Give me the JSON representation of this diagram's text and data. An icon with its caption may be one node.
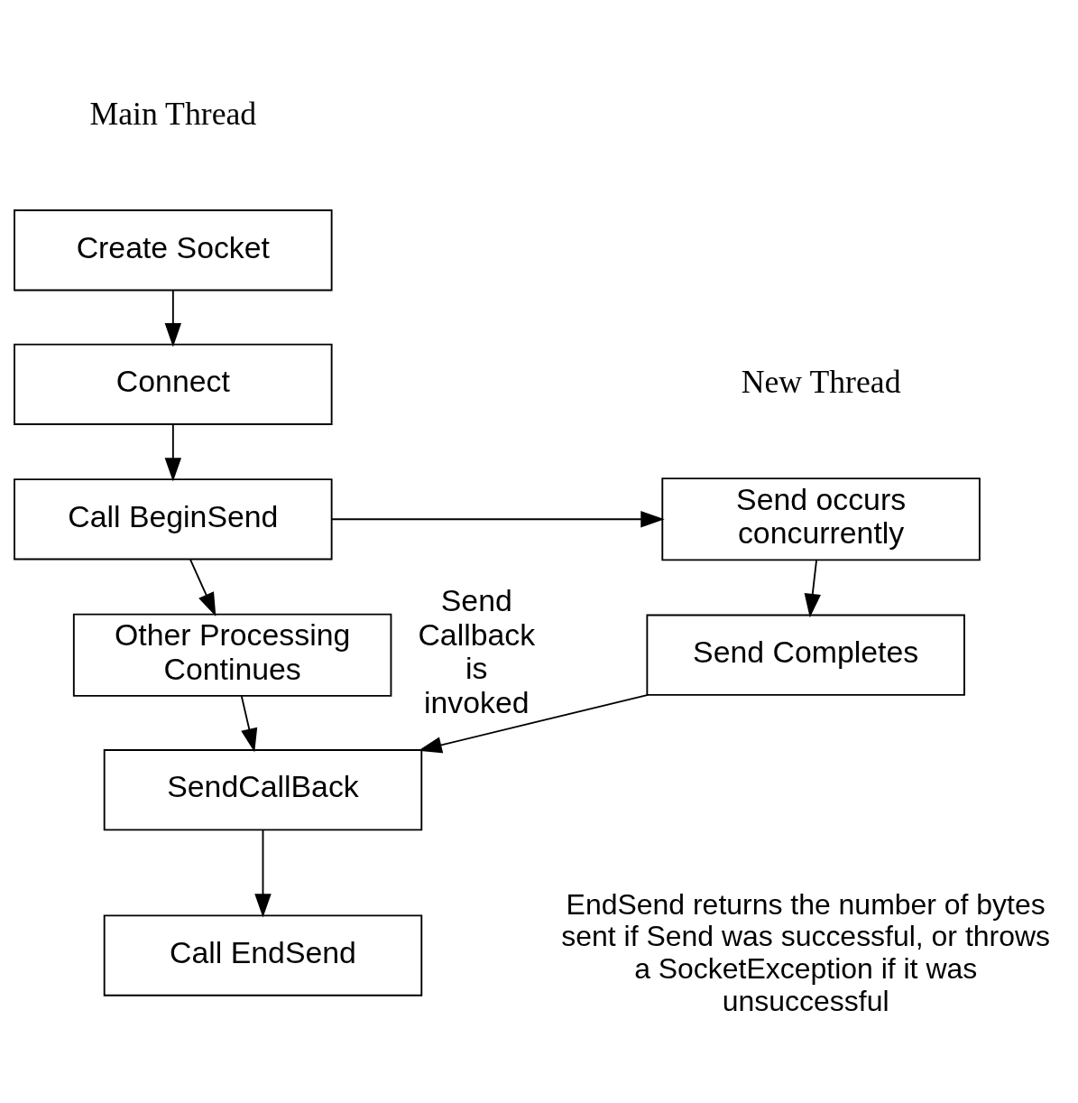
{
  "diagram": {
    "nodes": [
      {
        "text": [
          "Create Socket"
        ]
      },
      {
        "text": [
          "Connect"
        ]
      },
      {
        "text": [
          "Call BeginSend"
        ]
      },
      {
        "text": [
          "Other Processing Continues"
        ]
      },
      {
        "text": [
          "SendCallBack"
        ]
      },
      {
        "text": [
          "Call EndSend"
        ]
      },
      {
        "text": [
          "Send occurs concurrently"
        ]
      },
      {
        "text": [
          "Send Completes"
        ]
      }
    ],
    "edges": [
      {
        "from": 0,
        "to": 1,
        "arrow": "to"
      },
      {
        "from": 1,
        "to": 2,
        "arrow": "to"
      },
      {
        "from": 2,
        "to": 3,
        "arrow": "to"
      },
      {
        "from": 3,
        "to": 4,
        "arrow": "to"
      },
      {
        "from": 4,
        "to": 5,
        "arrow": "to"
      },
      {
        "from": 2,
        "to": 6,
        "arrow": "to"
      },
      {
        "from": 6,
        "to": 7,
        "arrow": "to"
      },
      {
        "from": 7,
        "to": 4,
        "arrow": "to",
        "label": "Send Callback is invoked"
      }
    ],
    "labels": [
      "Main Thread",
      "New Thread",
      "EndSend returns the number of bytes sent if Send was successful, or throws a SocketException if it was unsuccessful"
    ]
  }
}
